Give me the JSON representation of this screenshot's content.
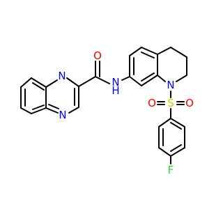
{
  "molecule": {
    "atoms": {
      "O_carbonyl": {
        "text": "O",
        "color": "#ff0000"
      },
      "N_amide": {
        "text": "N",
        "color": "#0000ff"
      },
      "H_amide": {
        "text": "H",
        "color": "#0000ff"
      },
      "N_quinox_1": {
        "text": "N",
        "color": "#0000ff"
      },
      "N_quinox_2": {
        "text": "N",
        "color": "#0000ff"
      },
      "N_ring": {
        "text": "N",
        "color": "#0000ff"
      },
      "S": {
        "text": "S",
        "color": "#cccc00"
      },
      "O_sulfonyl_1": {
        "text": "O",
        "color": "#ff0000"
      },
      "O_sulfonyl_2": {
        "text": "O",
        "color": "#ff0000"
      },
      "F": {
        "text": "F",
        "color": "#33cc33"
      }
    }
  }
}
